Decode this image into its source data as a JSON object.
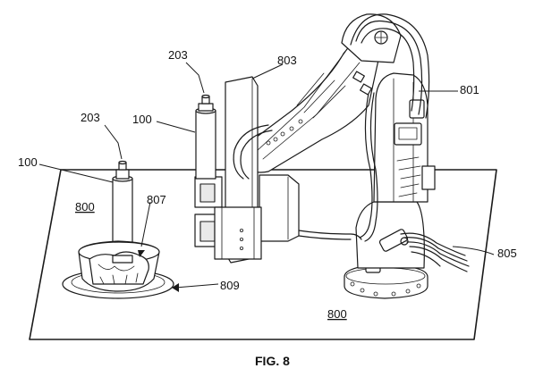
{
  "figure": {
    "caption": "FIG. 8",
    "labels": {
      "cartridge_left": "100",
      "cartridge_left_cap": "203",
      "cartridge_center": "100",
      "cartridge_center_cap": "203",
      "robot_arm": "803",
      "robot_base": "801",
      "cable_bundle": "805",
      "dish_item": "807",
      "dish_plate": "809",
      "surface_left": "800",
      "surface_right": "800"
    }
  }
}
